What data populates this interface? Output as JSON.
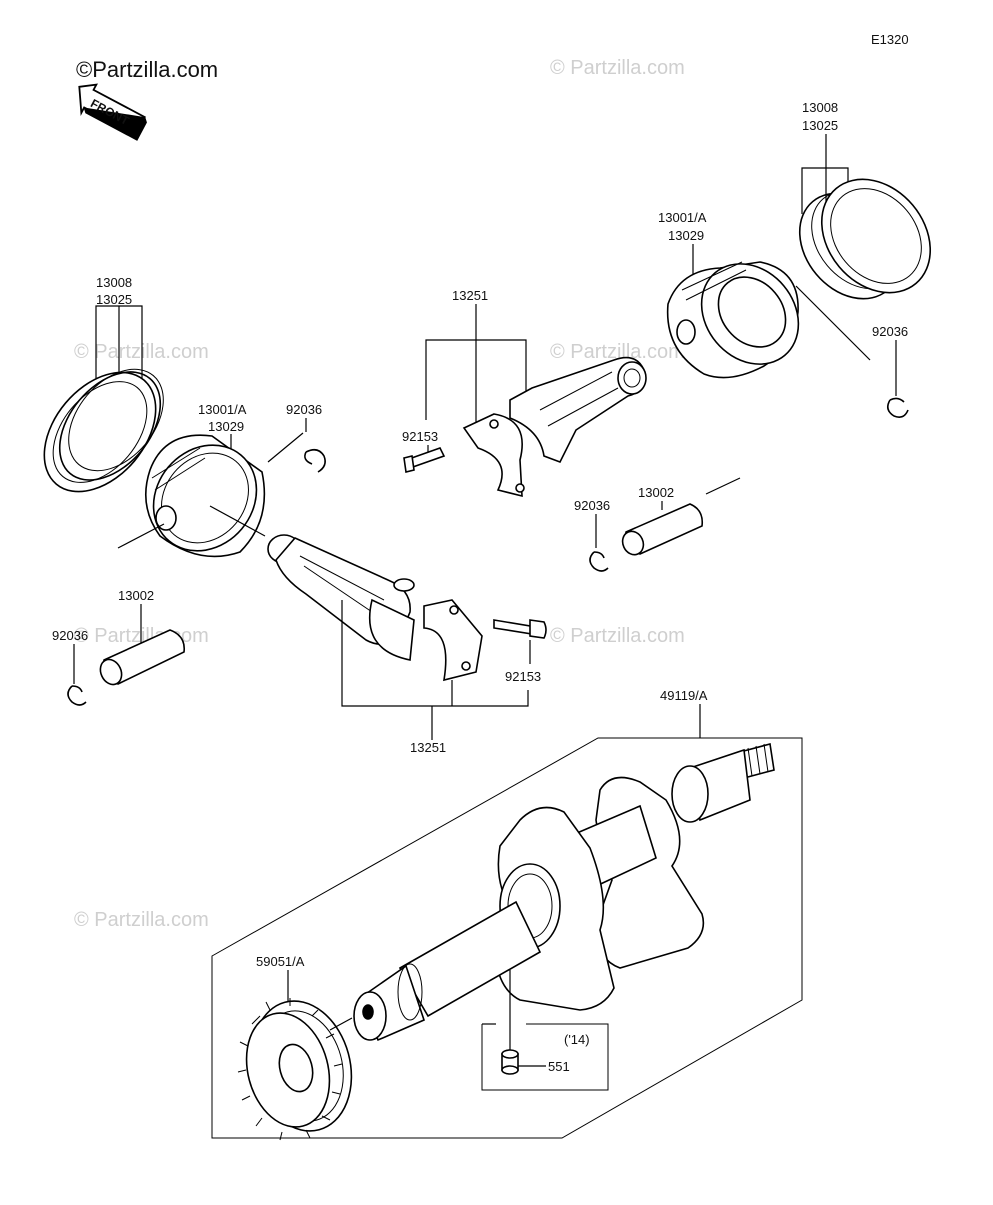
{
  "diagram_code": "E1320",
  "brand": "©Partzilla.com",
  "front_label": "FRONT",
  "watermark": "© Partzilla.com",
  "labels": {
    "left_rings": [
      "13008",
      "13025"
    ],
    "left_piston": [
      "13001/A",
      "13029"
    ],
    "left_clip_top": "92036",
    "left_pin": "13002",
    "left_clip_bottom": "92036",
    "front_rod_bolt": "92153",
    "front_rod": "13251",
    "rear_rod": "13251",
    "rear_rod_bolt": "92153",
    "right_piston": [
      "13001/A",
      "13029"
    ],
    "right_rings": [
      "13008",
      "13025"
    ],
    "right_clip_right": "92036",
    "right_pin": "13002",
    "right_clip_left": "92036",
    "crankshaft": "49119/A",
    "gear": "59051/A",
    "year_note": "('14)",
    "dowel_pin": "551"
  }
}
